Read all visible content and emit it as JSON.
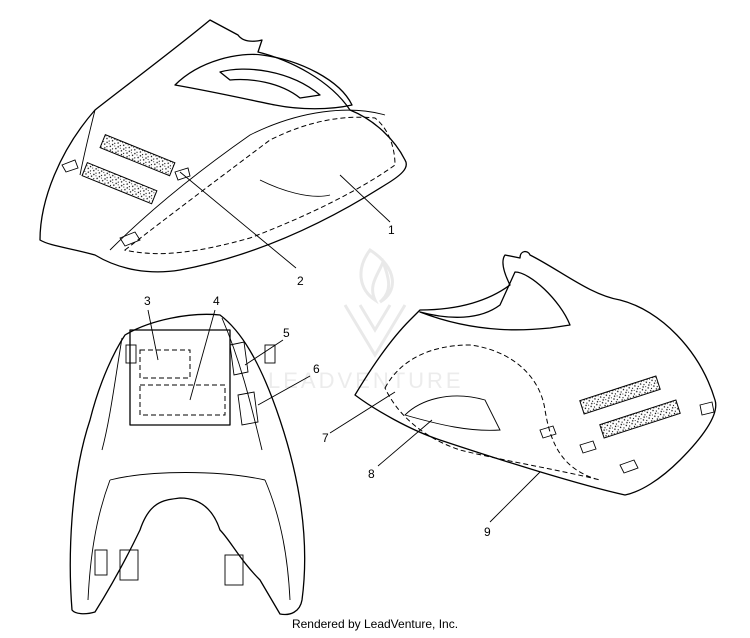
{
  "callouts": [
    "1",
    "2",
    "3",
    "4",
    "5",
    "6",
    "7",
    "8",
    "9"
  ],
  "watermark": "LEADVENTURE",
  "footer": "Rendered by LeadVenture, Inc."
}
